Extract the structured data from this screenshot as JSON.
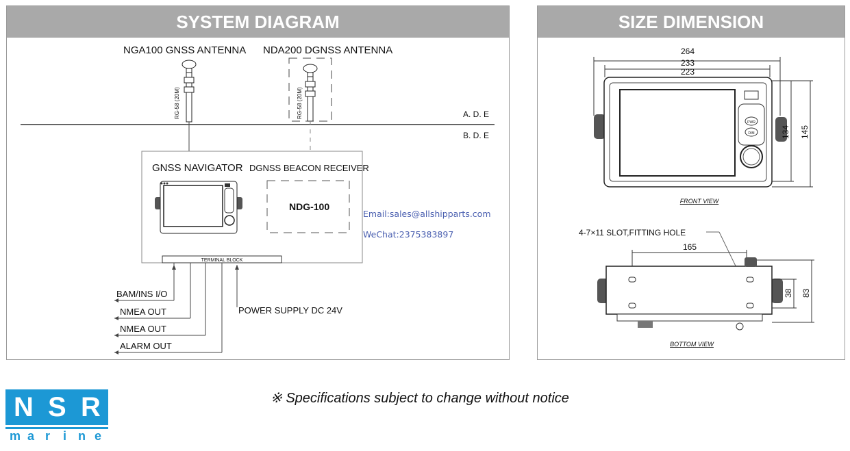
{
  "system": {
    "title": "SYSTEM DIAGRAM",
    "antenna1": "NGA100 GNSS ANTENNA",
    "antenna2": "NDA200 DGNSS ANTENNA",
    "cable1": "RG-58 (20M)",
    "cable2": "RG-58 (20M)",
    "ade": "A. D. E",
    "bde": "B. D. E",
    "navigator": "GNSS NAVIGATOR",
    "receiver": "DGNSS BEACON RECEIVER",
    "model": "NDG-100",
    "terminal": "TERMINAL BLOCK",
    "outputs": [
      "BAM/INS I/O",
      "NMEA OUT",
      "NMEA OUT",
      "ALARM OUT"
    ],
    "power": "POWER SUPPLY DC 24V",
    "email": "Email:sales@allshipparts.com",
    "wechat": "WeChat:2375383897"
  },
  "dimension": {
    "title": "SIZE DIMENSION",
    "widths": [
      "264",
      "233",
      "223"
    ],
    "heights": [
      "134",
      "145"
    ],
    "front_view": "FRONT VIEW",
    "slot": "4-7×11  SLOT,FITTING HOLE",
    "hole_spacing": "165",
    "depths": [
      "38",
      "83"
    ],
    "bottom_view": "BOTTOM VIEW",
    "buttons": [
      "PWR",
      "DIM"
    ]
  },
  "footer": {
    "note": "※ Specifications subject to change without notice",
    "logo_top": [
      "N",
      "S",
      "R"
    ],
    "logo_bottom": [
      "m",
      "a",
      "r",
      "i",
      "n",
      "e"
    ]
  }
}
